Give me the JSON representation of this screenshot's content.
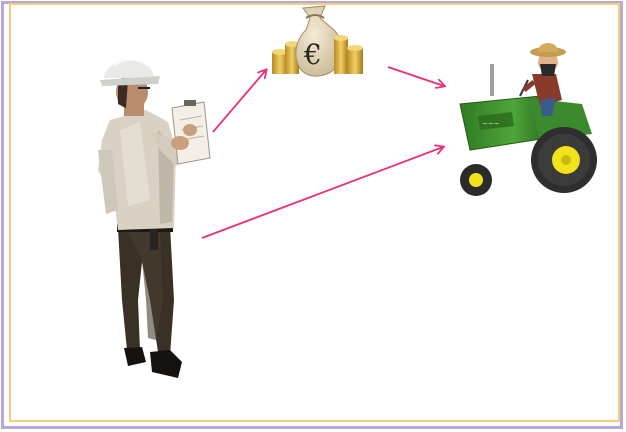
{
  "diagram": {
    "nodes": [
      {
        "id": "inspector",
        "icon": "inspector-with-clipboard-icon"
      },
      {
        "id": "money",
        "icon": "euro-money-bag-icon",
        "symbol": "€"
      },
      {
        "id": "farmer",
        "icon": "farmer-on-tractor-icon"
      }
    ],
    "edges": [
      {
        "from": "inspector",
        "to": "money"
      },
      {
        "from": "money",
        "to": "farmer"
      },
      {
        "from": "inspector",
        "to": "farmer"
      }
    ],
    "colors": {
      "arrow": "#e8307a",
      "frame_outer": "#b9a8d6",
      "frame_inner": "#f1cf7a",
      "tractor": "#3e8a2e",
      "wheel_hub": "#f2e21a"
    }
  }
}
